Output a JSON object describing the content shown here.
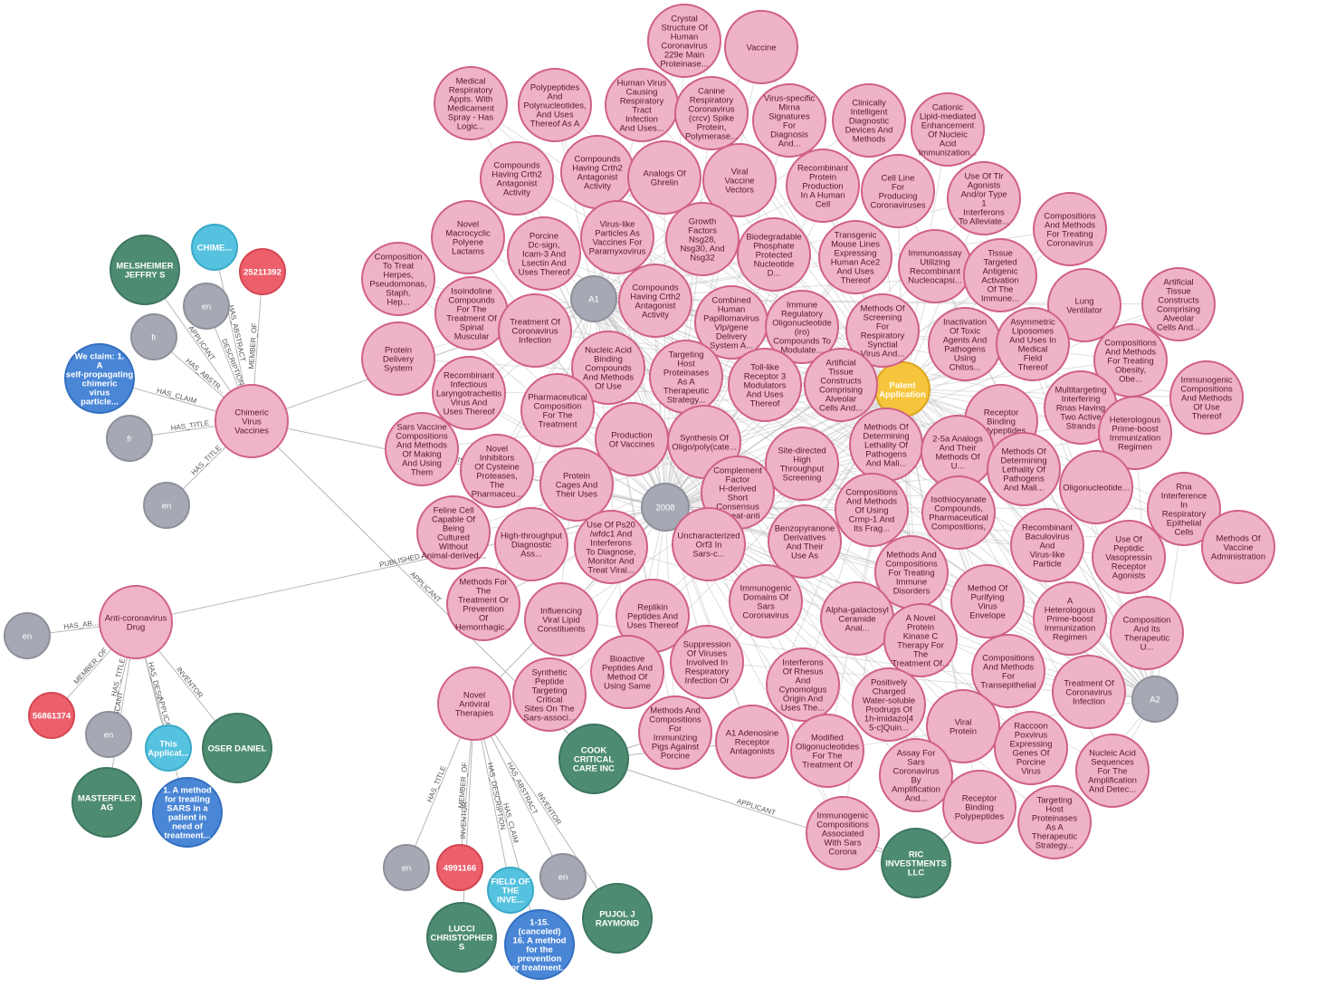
{
  "colors": {
    "invention": {
      "fill": "#f0b4c8",
      "stroke": "#d1638a"
    },
    "topic": {
      "fill": "#eeb3c6",
      "stroke": "#d06088"
    },
    "year": {
      "fill": "#a6a9b3",
      "stroke": "#8d909a"
    },
    "kind": {
      "fill": "#a6a9b3",
      "stroke": "#8d909a"
    },
    "lang": {
      "fill": "#a6a9b3",
      "stroke": "#8d909a"
    },
    "person": {
      "fill": "#4e8c72",
      "stroke": "#3d7560"
    },
    "family": {
      "fill": "#ec5f6b",
      "stroke": "#d24652"
    },
    "text": {
      "fill": "#55c2df",
      "stroke": "#3aa9c6"
    },
    "claim": {
      "fill": "#4a86d6",
      "stroke": "#336fc0"
    },
    "patent": {
      "fill": "#f7c53d",
      "stroke": "#dba51f"
    }
  },
  "nodes": [
    {
      "id": "cvv",
      "type": "invention",
      "label": "Chimeric Virus Vaccines"
    },
    {
      "id": "acd",
      "type": "invention",
      "label": "Anti-coronavirus Drug"
    },
    {
      "id": "nat",
      "type": "invention",
      "label": "Novel Antiviral Therapies"
    },
    {
      "id": "pa",
      "type": "patent",
      "label": "Patent Application"
    },
    {
      "id": "a1",
      "type": "kind",
      "label": "A1"
    },
    {
      "id": "a2",
      "type": "kind",
      "label": "A2"
    },
    {
      "id": "y2008",
      "type": "year",
      "label": "2008"
    },
    {
      "id": "melsheimer",
      "type": "person",
      "label": "MELSHEIMER JEFFRY S"
    },
    {
      "id": "chime",
      "type": "text",
      "label": "CHIME..."
    },
    {
      "id": "f25211392",
      "type": "family",
      "label": "25211392"
    },
    {
      "id": "cvv_en1",
      "type": "lang",
      "label": "en"
    },
    {
      "id": "cvv_fr1",
      "type": "lang",
      "label": "fr"
    },
    {
      "id": "cvv_claim",
      "type": "claim",
      "label": "We claim: 1. A self-propagating chimeric virus particle comprising"
    },
    {
      "id": "cvv_fr2",
      "type": "lang",
      "label": "fr"
    },
    {
      "id": "cvv_en2",
      "type": "lang",
      "label": "en"
    },
    {
      "id": "acd_en1",
      "type": "lang",
      "label": "en"
    },
    {
      "id": "f56861374",
      "type": "family",
      "label": "56861374"
    },
    {
      "id": "acd_en2",
      "type": "lang",
      "label": "en"
    },
    {
      "id": "acd_text",
      "type": "text",
      "label": "This Applicat..."
    },
    {
      "id": "oser",
      "type": "person",
      "label": "OSER DANIEL"
    },
    {
      "id": "masterflex",
      "type": "person",
      "label": "MASTERFLEX AG"
    },
    {
      "id": "acd_claim",
      "type": "claim",
      "label": "1. A method for treating SARS in a patient in need of treatment using"
    },
    {
      "id": "nat_en1",
      "type": "lang",
      "label": "en"
    },
    {
      "id": "f4991166",
      "type": "family",
      "label": "4991166"
    },
    {
      "id": "nat_text",
      "type": "text",
      "label": "FIELD OF THE INVE..."
    },
    {
      "id": "nat_en2",
      "type": "lang",
      "label": "en"
    },
    {
      "id": "lucci",
      "type": "person",
      "label": "LUCCI CHRISTOPHER S"
    },
    {
      "id": "nat_claim",
      "type": "claim",
      "label": "1-15. (canceled) 16. A method for the prevention or treatment of a viral"
    },
    {
      "id": "pujol",
      "type": "person",
      "label": "PUJOL J RAYMOND"
    },
    {
      "id": "cook",
      "type": "person",
      "label": "COOK CRITICAL CARE INC"
    },
    {
      "id": "ric",
      "type": "person",
      "label": "RIC INVESTMENTS LLC"
    },
    {
      "id": "t1",
      "type": "topic",
      "label": "Crystal Structure Of Human Coronavirus 229e Main Proteinase And U..."
    },
    {
      "id": "t2",
      "type": "topic",
      "label": "Vaccine"
    },
    {
      "id": "t3",
      "type": "topic",
      "label": "Medical Respiratory Appts. With Medicament Spray - Has Logic Contr..."
    },
    {
      "id": "t4",
      "type": "topic",
      "label": "Polypeptides And Polynucleotides, And Uses Thereof As A"
    },
    {
      "id": "t5",
      "type": "topic",
      "label": "Human Virus Causing Respiratory Tract Infection And Uses Thereof"
    },
    {
      "id": "t6",
      "type": "topic",
      "label": "Canine Respiratory Coronavirus (crcv) Spike Protein, Polymerase And H..."
    },
    {
      "id": "t7",
      "type": "topic",
      "label": "Virus-specific Mirna Signatures For Diagnosis And Therapeutic"
    },
    {
      "id": "t8",
      "type": "topic",
      "label": "Clinically Intelligent Diagnostic Devices And Methods"
    },
    {
      "id": "t9",
      "type": "topic",
      "label": "Cationic Lipid-mediated Enhancement Of Nucleic Acid Immunization Of Cats"
    },
    {
      "id": "t10",
      "type": "topic",
      "label": "Compounds Having Crth2 Antagonist Activity"
    },
    {
      "id": "t11",
      "type": "topic",
      "label": "Compounds Having Crth2 Antagonist Activity"
    },
    {
      "id": "t12",
      "type": "topic",
      "label": "Analogs Of Ghrelin"
    },
    {
      "id": "t13",
      "type": "topic",
      "label": "Viral Vaccine Vectors"
    },
    {
      "id": "t14",
      "type": "topic",
      "label": "Recombinant Protein Production In A Human Cell"
    },
    {
      "id": "t15",
      "type": "topic",
      "label": "Cell Line For Producing Coronaviruses"
    },
    {
      "id": "t16",
      "type": "topic",
      "label": "Use Of Tlr Agonists And/or Type 1 Interferons To Alleviate Toxicity Of Tnf-r"
    },
    {
      "id": "t17",
      "type": "topic",
      "label": "Compositions And Methods For Treating Coronavirus"
    },
    {
      "id": "t18",
      "type": "topic",
      "label": "Novel Macrocyclic Polyene Lactams"
    },
    {
      "id": "t19",
      "type": "topic",
      "label": "Porcine Dc-sign, Icam-3 And Lsectin And Uses Thereof"
    },
    {
      "id": "t20",
      "type": "topic",
      "label": "Virus-like Particles As Vaccines For Paramyxovirus"
    },
    {
      "id": "t21",
      "type": "topic",
      "label": "Growth Factors Nsg28, Nsg30, And Nsg32"
    },
    {
      "id": "t22",
      "type": "topic",
      "label": "Biodegradable Phosphate Protected Nucleotide D..."
    },
    {
      "id": "t23",
      "type": "topic",
      "label": "Transgenic Mouse Lines Expressing Human Ace2 And Uses Thereof"
    },
    {
      "id": "t24",
      "type": "topic",
      "label": "Immunoassay Utilizing Recombinant Nucleocapsi..."
    },
    {
      "id": "t25",
      "type": "topic",
      "label": "Tissue Targeted Antigenic Activation Of The Immune Response To Canc..."
    },
    {
      "id": "t26",
      "type": "topic",
      "label": "Artificial Tissue Constructs Comprising Alveolar Cells And Methods For U..."
    },
    {
      "id": "t27",
      "type": "topic",
      "label": "Composition To Treat Herpes, Pseudomonas, Staph, Hep..."
    },
    {
      "id": "t28",
      "type": "topic",
      "label": "Isoindoline Compounds For The Treatment Of Spinal Muscular"
    },
    {
      "id": "t29",
      "type": "topic",
      "label": "Treatment Of Coronavirus Infection"
    },
    {
      "id": "t30",
      "type": "topic",
      "label": "Compounds Having Crth2 Antagonist Activity"
    },
    {
      "id": "t31",
      "type": "topic",
      "label": "Combined Human Papillomavirus Vlp/gene Delivery System A..."
    },
    {
      "id": "t32",
      "type": "topic",
      "label": "Immune Regulatory Oligonucleotide (iro) Compounds To Modulate Toll-like"
    },
    {
      "id": "t33",
      "type": "topic",
      "label": "Methods Of Screening For Respiratory Synctial Virus And Human Metapn..."
    },
    {
      "id": "t34",
      "type": "topic",
      "label": "Lung Ventilator"
    },
    {
      "id": "t35",
      "type": "topic",
      "label": "Inactivation Of Toxic Agents And Pathogens Using Chitos..."
    },
    {
      "id": "t36",
      "type": "topic",
      "label": "Asymmetric Liposomes And Uses In Medical Field Thereof"
    },
    {
      "id": "t37",
      "type": "topic",
      "label": "Compositions And Methods For Treating Obesity, Obe..."
    },
    {
      "id": "t38",
      "type": "topic",
      "label": "Protein Delivery System"
    },
    {
      "id": "t39",
      "type": "topic",
      "label": "Nucleic Acid Binding Compounds And Methods Of Use"
    },
    {
      "id": "t40",
      "type": "topic",
      "label": "Targeting Host Proteinases As A Therapeutic Strategy Against V..."
    },
    {
      "id": "t41",
      "type": "topic",
      "label": "Toll-like Receptor 3 Modulators And Uses Thereof"
    },
    {
      "id": "t42",
      "type": "topic",
      "label": "Artificial Tissue Constructs Comprising Alveolar Cells And Methods For U..."
    },
    {
      "id": "t43",
      "type": "topic",
      "label": "Immunogenic Compositions And Methods Of Use Thereof"
    },
    {
      "id": "t44",
      "type": "topic",
      "label": "Recombinant Infectious Laryngotracheitis Virus And Uses Thereof"
    },
    {
      "id": "t45",
      "type": "topic",
      "label": "Pharmaceutical Composition For The Treatment"
    },
    {
      "id": "t46",
      "type": "topic",
      "label": "Multitargeting Interfering Rnas Having Two Active Strands"
    },
    {
      "id": "t47",
      "type": "topic",
      "label": "Receptor Binding Polypeptides"
    },
    {
      "id": "t48",
      "type": "topic",
      "label": "Heterologous Prime-boost Immunization Regimen"
    },
    {
      "id": "t49",
      "type": "topic",
      "label": "Production Of Vaccines"
    },
    {
      "id": "t50",
      "type": "topic",
      "label": "Synthesis Of Oligo/poly(cate..."
    },
    {
      "id": "t51",
      "type": "topic",
      "label": "Site-directed High Throughput Screening"
    },
    {
      "id": "t52",
      "type": "topic",
      "label": "Methods Of Determining Lethality Of Pathogens And Mali..."
    },
    {
      "id": "t53",
      "type": "topic",
      "label": "2-5a Analogs And Their Methods Of U..."
    },
    {
      "id": "t54",
      "type": "topic",
      "label": "Methods Of Determining Lethality Of Pathogens And Mali..."
    },
    {
      "id": "t55",
      "type": "topic",
      "label": "Sars Vaccine Compositions And Methods Of Making And Using Them"
    },
    {
      "id": "t56",
      "type": "topic",
      "label": "Novel Inhibitors Of Cysteine Proteases, The Pharmaceu..."
    },
    {
      "id": "t57",
      "type": "topic",
      "label": "Protein Cages And Their Uses"
    },
    {
      "id": "t58",
      "type": "topic",
      "label": "Complement Factor H-derived Short Consensus Repeat-anti"
    },
    {
      "id": "t59",
      "type": "topic",
      "label": "Oligonucleotide..."
    },
    {
      "id": "t60",
      "type": "topic",
      "label": "Rna Interference In Respiratory Epithelial Cells"
    },
    {
      "id": "t61",
      "type": "topic",
      "label": "Feline Cell Capable Of Being Cultured Without Animal-derived Protein, And Method"
    },
    {
      "id": "t62",
      "type": "topic",
      "label": "High-throughput Diagnostic Ass..."
    },
    {
      "id": "t63",
      "type": "topic",
      "label": "Use Of Ps20 /wfdc1 And Interferons To Diagnose, Monitor And Treat Viral Disea..."
    },
    {
      "id": "t64",
      "type": "topic",
      "label": "Uncharacterized Orf3 In Sars-c..."
    },
    {
      "id": "t65",
      "type": "topic",
      "label": "Benzopyranone Derivatives And Their Use As"
    },
    {
      "id": "t66",
      "type": "topic",
      "label": "Compositions And Methods Of Using Crmp-1 And Its Frag..."
    },
    {
      "id": "t67",
      "type": "topic",
      "label": "Isothiocyanate Compounds, Pharmaceutical Compositions,"
    },
    {
      "id": "t68",
      "type": "topic",
      "label": "Recombinant Baculovirus And Virus-like Particle"
    },
    {
      "id": "t69",
      "type": "topic",
      "label": "Use Of Peptidic Vasopressin Receptor Agonists"
    },
    {
      "id": "t70",
      "type": "topic",
      "label": "Methods Of Vaccine Administration"
    },
    {
      "id": "t71",
      "type": "topic",
      "label": "Methods For The Treatment Or Prevention Of Hemorrhagic Conditions"
    },
    {
      "id": "t72",
      "type": "topic",
      "label": "Influencing Viral Lipid Constituents"
    },
    {
      "id": "t73",
      "type": "topic",
      "label": "Replikin Peptides And Uses Thereof"
    },
    {
      "id": "t74",
      "type": "topic",
      "label": "Immunogenic Domains Of Sars Coronavirus"
    },
    {
      "id": "t75",
      "type": "topic",
      "label": "Methods And Compositions For Treating Immune Disorders"
    },
    {
      "id": "t76",
      "type": "topic",
      "label": "Method Of Purifying Virus Envelope"
    },
    {
      "id": "t77",
      "type": "topic",
      "label": "A Heterologous Prime-boost Immunization Regimen"
    },
    {
      "id": "t78",
      "type": "topic",
      "label": "Composition And Its Therapeutic U..."
    },
    {
      "id": "t79",
      "type": "topic",
      "label": "Alpha-galactosyl Ceramide Anal..."
    },
    {
      "id": "t80",
      "type": "topic",
      "label": "A Novel Protein Kinase C Therapy For The Treatment Of Acute Lung Injury"
    },
    {
      "id": "t81",
      "type": "topic",
      "label": "Compositions And Methods For Transepithelial"
    },
    {
      "id": "t82",
      "type": "topic",
      "label": "Synthetic Peptide Targeting Critical Sites On The Sars-associ..."
    },
    {
      "id": "t83",
      "type": "topic",
      "label": "Bioactive Peptides And Method Of Using Same"
    },
    {
      "id": "t84",
      "type": "topic",
      "label": "Suppression Of Viruses Involved In Respiratory Infection Or"
    },
    {
      "id": "t85",
      "type": "topic",
      "label": "Interferons Of Rhesus And Cynomolgus Origin And Uses The..."
    },
    {
      "id": "t86",
      "type": "topic",
      "label": "Positively Charged Water-soluble Prodrugs Of 1h-imidazo[4 5-c]Quin..."
    },
    {
      "id": "t87",
      "type": "topic",
      "label": "Treatment Of Coronavirus Infection"
    },
    {
      "id": "t88",
      "type": "topic",
      "label": "Methods And Compositions For Immunizing Pigs Against Porcine"
    },
    {
      "id": "t89",
      "type": "topic",
      "label": "A1 Adenosine Receptor Antagonists"
    },
    {
      "id": "t90",
      "type": "topic",
      "label": "Modified Oligonucleotides For The Treatment Of"
    },
    {
      "id": "t91",
      "type": "topic",
      "label": "Viral Protein"
    },
    {
      "id": "t92",
      "type": "topic",
      "label": "Raccoon Poxvirus Expressing Genes Of Porcine Virus"
    },
    {
      "id": "t93",
      "type": "topic",
      "label": "Nucleic Acid Sequences For The Amplification And Detec..."
    },
    {
      "id": "t94",
      "type": "topic",
      "label": "Assay For Sars Coronavirus By Amplification And Detection Of The Replic..."
    },
    {
      "id": "t95",
      "type": "topic",
      "label": "Receptor Binding Polypeptides"
    },
    {
      "id": "t96",
      "type": "topic",
      "label": "Targeting Host Proteinases As A Therapeutic Strategy Against V..."
    },
    {
      "id": "t97",
      "type": "topic",
      "label": "Immunogenic Compositions Associated With Sars Corona"
    }
  ],
  "edges": [
    {
      "from": "cvv",
      "to": "melsheimer",
      "label": "APPLICANT"
    },
    {
      "from": "cvv",
      "to": "chime",
      "label": "HAS_ABSTRACT"
    },
    {
      "from": "cvv",
      "to": "f25211392",
      "label": "MEMBER_OF"
    },
    {
      "from": "cvv",
      "to": "cvv_en1",
      "label": "DESCRIPTION"
    },
    {
      "from": "cvv",
      "to": "cvv_fr1",
      "label": "HAS_ABSTR..."
    },
    {
      "from": "cvv",
      "to": "cvv_claim",
      "label": "HAS_CLAIM"
    },
    {
      "from": "cvv",
      "to": "cvv_fr2",
      "label": "HAS_TITLE"
    },
    {
      "from": "cvv",
      "to": "cvv_en2",
      "label": "HAS_TITLE"
    },
    {
      "from": "cvv",
      "to": "a1",
      "label": "IS_KIND"
    },
    {
      "from": "cvv",
      "to": "y2008",
      "label": "PUBLISHED"
    },
    {
      "from": "cvv",
      "to": "cook",
      "label": "APPLICANT"
    },
    {
      "from": "acd",
      "to": "acd_en1",
      "label": "HAS_AB..."
    },
    {
      "from": "acd",
      "to": "f56861374",
      "label": "MEMBER_OF"
    },
    {
      "from": "acd",
      "to": "acd_en2",
      "label": "HAS_TITLE"
    },
    {
      "from": "acd",
      "to": "acd_text",
      "label": "HAS_DESC..."
    },
    {
      "from": "acd",
      "to": "oser",
      "label": "INVENTOR"
    },
    {
      "from": "acd",
      "to": "masterflex",
      "label": "APPLICANT"
    },
    {
      "from": "acd",
      "to": "acd_claim",
      "label": "APPLICANT"
    },
    {
      "from": "acd",
      "to": "y2008",
      "label": "PUBLISHED"
    },
    {
      "from": "nat",
      "to": "nat_en1",
      "label": "HAS_TITLE"
    },
    {
      "from": "nat",
      "to": "f4991166",
      "label": "MEMBER_OF"
    },
    {
      "from": "nat",
      "to": "nat_text",
      "label": "HAS_DESCRIPTION"
    },
    {
      "from": "nat",
      "to": "nat_en2",
      "label": "HAS_ABSTRACT"
    },
    {
      "from": "nat",
      "to": "lucci",
      "label": "INVENTOR"
    },
    {
      "from": "nat",
      "to": "nat_claim",
      "label": "HAS_CLAIM"
    },
    {
      "from": "nat",
      "to": "pujol",
      "label": "INVENTOR"
    },
    {
      "from": "nat",
      "to": "y2008",
      "label": "PUBLISHED"
    },
    {
      "from": "cook",
      "to": "ric",
      "label": "APPLICANT"
    },
    {
      "from": "t97",
      "to": "ric",
      "label": ""
    },
    {
      "from": "t95",
      "to": "ric",
      "label": ""
    },
    {
      "from": "t89",
      "to": "cook",
      "label": ""
    },
    {
      "from": "t88",
      "to": "cook",
      "label": ""
    }
  ]
}
